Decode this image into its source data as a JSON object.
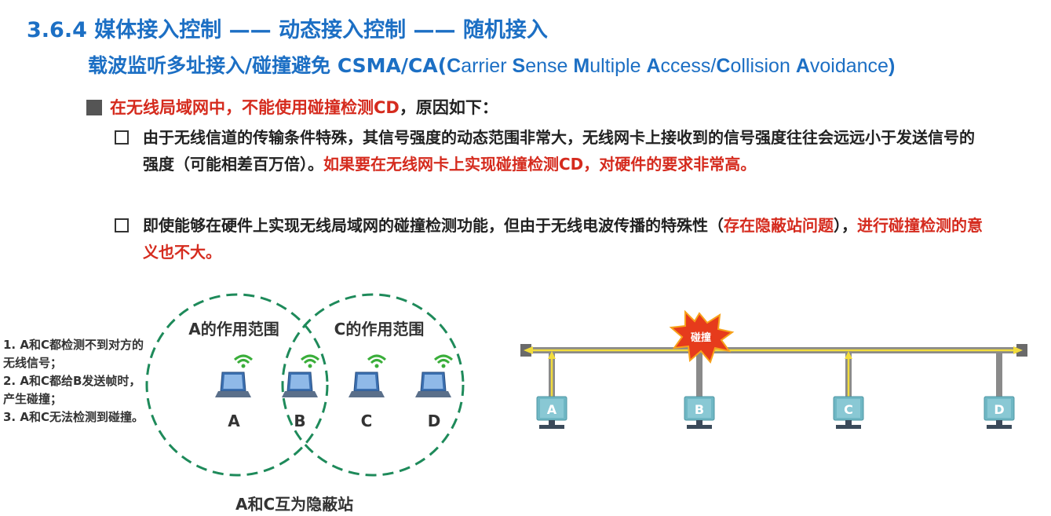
{
  "header": {
    "title": "3.6.4 媒体接入控制 —— 动态接入控制 —— 随机接入",
    "subtitle_cn": "载波监听多址接入/碰撞避免 CSMA/CA(",
    "subtitle_parts": [
      "C",
      "arrier ",
      "S",
      "ense ",
      "M",
      "ultiple ",
      "A",
      "ccess/",
      "C",
      "ollision ",
      "A",
      "voidance",
      ")"
    ]
  },
  "bullets": {
    "main_red": "在无线局域网中，不能使用碰撞检测CD",
    "main_rest": "，原因如下：",
    "sub1_normal": "由于无线信道的传输条件特殊，其信号强度的动态范围非常大，无线网卡上接收到的信号强度往往会远远小于发送信号的强度（可能相差百万倍）。",
    "sub1_red": "如果要在无线网卡上实现碰撞检测CD，对硬件的要求非常高。",
    "sub2_normal": "即使能够在硬件上实现无线局域网的碰撞检测功能，但由于无线电波传播的特殊性（",
    "sub2_red1": "存在隐蔽站问题",
    "sub2_mid": "），",
    "sub2_red2": "进行碰撞检测的意义也不大。"
  },
  "notes": [
    "1. A和C都检测不到对方的无线信号；",
    "2. A和C都给B发送帧时，产生碰撞；",
    "3. A和C无法检测到碰撞。"
  ],
  "range_diagram": {
    "range_a_label": "A的作用范围",
    "range_c_label": "C的作用范围",
    "stations": [
      "A",
      "B",
      "C",
      "D"
    ],
    "caption": "A和C互为隐蔽站"
  },
  "bus_diagram": {
    "collision_label": "碰撞",
    "stations": [
      "A",
      "B",
      "C",
      "D"
    ]
  },
  "colors": {
    "title_blue": "#1c6fc4",
    "highlight_red": "#d52b1e",
    "range_green": "#1e8a5a",
    "signal_yellow": "#f2dc3c",
    "station_teal": "#6fb7c4"
  }
}
